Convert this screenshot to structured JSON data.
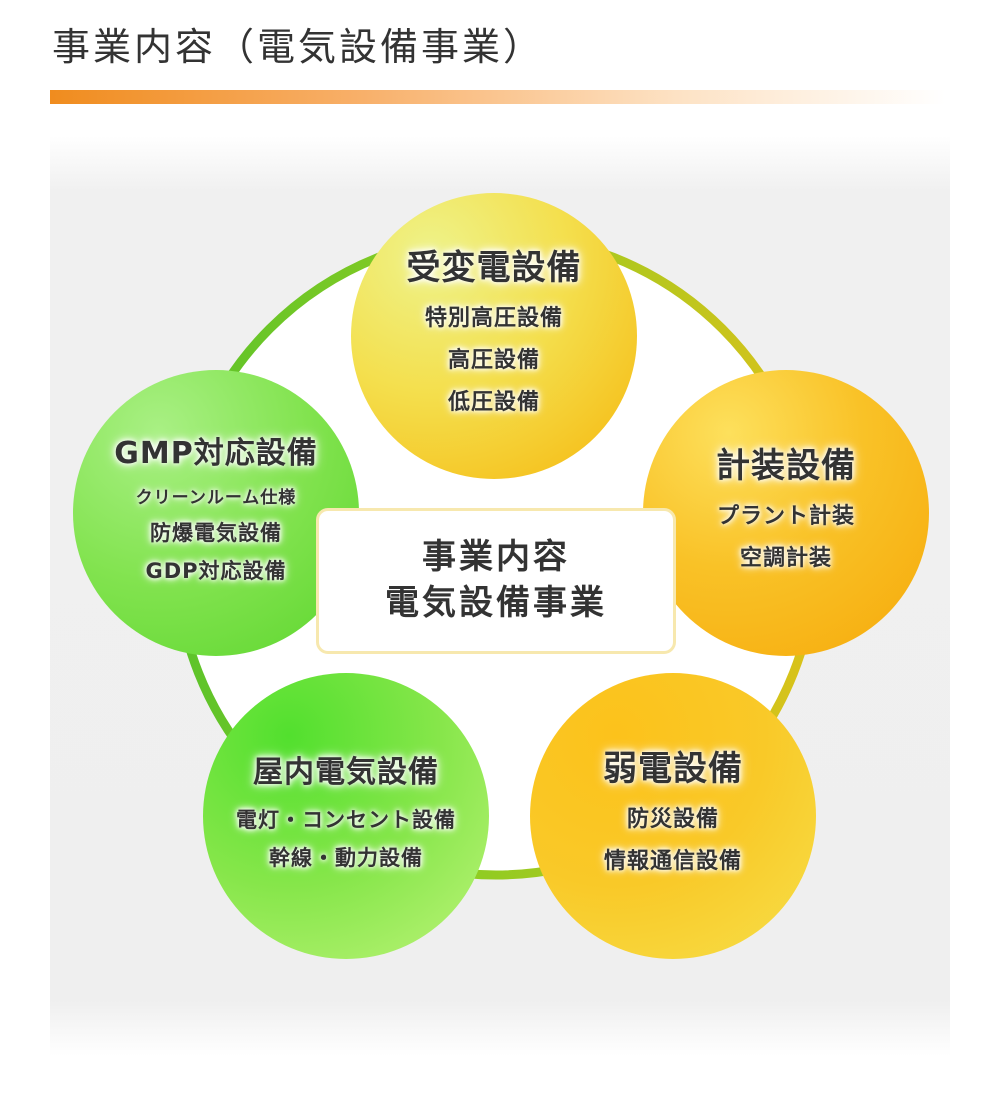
{
  "header": {
    "title": "事業内容（電気設備事業）"
  },
  "center": {
    "line1": "事業内容",
    "line2": "電気設備事業"
  },
  "nodes": [
    {
      "title": "受変電設備",
      "items": [
        "特別高圧設備",
        "高圧設備",
        "低圧設備"
      ]
    },
    {
      "title": "計装設備",
      "items": [
        "プラント計装",
        "空調計装"
      ]
    },
    {
      "title": "弱電設備",
      "items": [
        "防災設備",
        "情報通信設備"
      ]
    },
    {
      "title": "屋内電気設備",
      "items": [
        "電灯・コンセント設備",
        "幹線・動力設備"
      ]
    },
    {
      "title": "GMP対応設備",
      "items": [
        "クリーンルーム仕様",
        "防爆電気設備",
        "GDP対応設備"
      ]
    }
  ],
  "colors": {
    "accent_orange": "#f08c1e",
    "ring_green": "#5cc32a",
    "ring_yellow": "#d9c21c",
    "text": "#333333"
  }
}
